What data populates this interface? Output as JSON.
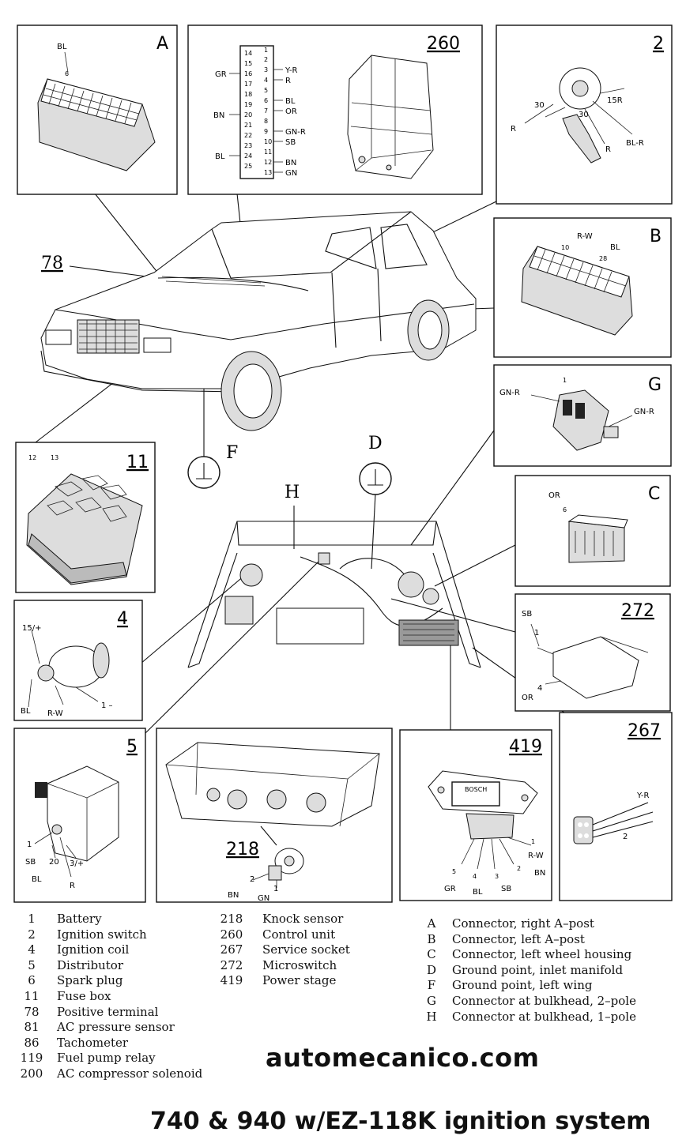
{
  "boxes": {
    "A": {
      "label": "A",
      "wire_color": "BL",
      "pin": "6"
    },
    "p260": {
      "number": "260",
      "left_pins": [
        "14",
        "15",
        "16",
        "17",
        "18",
        "19",
        "20",
        "21",
        "22",
        "23",
        "24",
        "25"
      ],
      "right_pins": [
        "1",
        "2",
        "3",
        "4",
        "5",
        "6",
        "7",
        "8",
        "9",
        "10",
        "11",
        "12",
        "13"
      ],
      "left_wires": [
        {
          "pin": "16",
          "color": "GR"
        },
        {
          "pin": "20",
          "color": "BN"
        },
        {
          "pin": "24",
          "color": "BL"
        }
      ],
      "right_wires": [
        {
          "pin": "3",
          "color": "Y-R"
        },
        {
          "pin": "4",
          "color": "R"
        },
        {
          "pin": "6",
          "color": "BL"
        },
        {
          "pin": "7",
          "color": "OR"
        },
        {
          "pin": "9",
          "color": "GN-R"
        },
        {
          "pin": "10",
          "color": "SB"
        },
        {
          "pin": "12",
          "color": "BN"
        },
        {
          "pin": "13",
          "color": "GN"
        }
      ]
    },
    "p2": {
      "number": "2",
      "labels": [
        "30",
        "15R",
        "R",
        "30",
        "R",
        "BL-R"
      ]
    },
    "B": {
      "label": "B",
      "wire_colors": [
        "R-W",
        "BL"
      ],
      "pins": [
        "10",
        "28"
      ]
    },
    "G": {
      "label": "G",
      "wire_colors": [
        "GN-R",
        "GN-R"
      ],
      "pin": "1"
    },
    "C": {
      "label": "C",
      "wire_color": "OR",
      "pin": "6"
    },
    "p11": {
      "number": "11",
      "pins": [
        "12",
        "13"
      ]
    },
    "p4": {
      "number": "4",
      "labels": [
        "15/+",
        "BL",
        "R-W",
        "1 –"
      ]
    },
    "p272": {
      "number": "272",
      "labels": [
        "SB",
        "1",
        "4",
        "OR"
      ]
    },
    "p5": {
      "number": "5",
      "labels": [
        "1",
        "SB",
        "20",
        "3/+",
        "BL",
        "R"
      ]
    },
    "p218": {
      "number": "218",
      "labels": [
        "2",
        "1",
        "BN",
        "GN"
      ]
    },
    "p419": {
      "number": "419",
      "brand": "BOSCH",
      "pins": [
        "1",
        "2",
        "3",
        "4",
        "5"
      ],
      "wires": [
        "R-W",
        "BN",
        "SB",
        "BL",
        "GR"
      ]
    },
    "p267": {
      "number": "267",
      "labels": [
        "Y-R",
        "2"
      ]
    }
  },
  "callouts": {
    "c78": "78",
    "F": "F",
    "D": "D",
    "H": "H"
  },
  "legend": {
    "col1": [
      {
        "num": "1",
        "text": "Battery"
      },
      {
        "num": "2",
        "text": "Ignition switch"
      },
      {
        "num": "4",
        "text": "Ignition coil"
      },
      {
        "num": "5",
        "text": "Distributor"
      },
      {
        "num": "6",
        "text": "Spark plug"
      },
      {
        "num": "11",
        "text": "Fuse box"
      },
      {
        "num": "78",
        "text": "Positive terminal"
      },
      {
        "num": "81",
        "text": "AC pressure sensor"
      },
      {
        "num": "86",
        "text": "Tachometer"
      },
      {
        "num": "119",
        "text": "Fuel pump relay"
      },
      {
        "num": "200",
        "text": "AC compressor solenoid"
      }
    ],
    "col2": [
      {
        "num": "218",
        "text": "Knock sensor"
      },
      {
        "num": "260",
        "text": "Control unit"
      },
      {
        "num": "267",
        "text": "Service socket"
      },
      {
        "num": "272",
        "text": "Microswitch"
      },
      {
        "num": "419",
        "text": "Power stage"
      }
    ],
    "col3": [
      {
        "num": "A",
        "text": "Connector, right A–post"
      },
      {
        "num": "B",
        "text": "Connector, left A–post"
      },
      {
        "num": "C",
        "text": "Connector, left wheel housing"
      },
      {
        "num": "D",
        "text": "Ground point, inlet manifold"
      },
      {
        "num": "F",
        "text": "Ground point, left wing"
      },
      {
        "num": "G",
        "text": "Connector at bulkhead, 2–pole"
      },
      {
        "num": "H",
        "text": "Connector at bulkhead, 1–pole"
      }
    ]
  },
  "brand": "automecanico.com",
  "footer_title": "740 & 940 w/EZ-118K ignition system"
}
